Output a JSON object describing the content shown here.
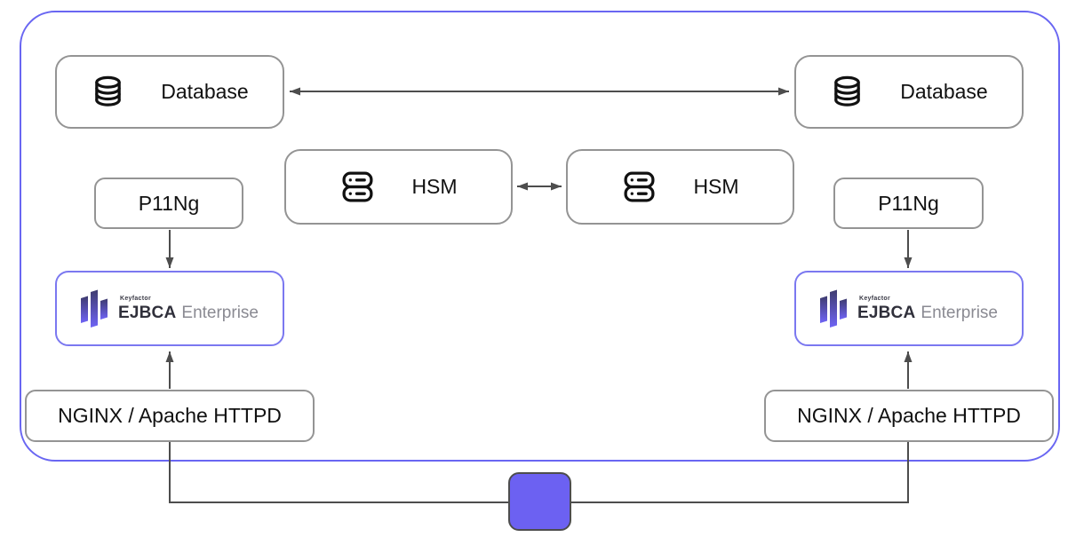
{
  "diagram": {
    "kind": "ejbca-cluster-architecture",
    "colors": {
      "cluster_border": "#6966F2",
      "ejbca_node_border": "#7B78F0",
      "connector": "#4D4D4D",
      "node_border": "#949494",
      "load_balancer_fill": "#6C61F2",
      "logo_gradient_top": "#3E3B6E",
      "logo_gradient_bottom": "#6F64F6"
    },
    "nodes": {
      "database_left": {
        "label": "Database",
        "icon": "database-icon"
      },
      "database_right": {
        "label": "Database",
        "icon": "database-icon"
      },
      "hsm_left": {
        "label": "HSM",
        "icon": "server-stack-icon"
      },
      "hsm_right": {
        "label": "HSM",
        "icon": "server-stack-icon"
      },
      "p11ng_left": {
        "label": "P11Ng"
      },
      "p11ng_right": {
        "label": "P11Ng"
      },
      "ejbca_left": {
        "brand": "Keyfactor",
        "product": "EJBCA",
        "edition": "Enterprise",
        "icon": "keyfactor-logo-icon"
      },
      "ejbca_right": {
        "brand": "Keyfactor",
        "product": "EJBCA",
        "edition": "Enterprise",
        "icon": "keyfactor-logo-icon"
      },
      "nginx_left": {
        "label": "NGINX / Apache HTTPD"
      },
      "nginx_right": {
        "label": "NGINX / Apache HTTPD"
      },
      "load_balancer": {
        "icon": "load-balancer-square"
      }
    },
    "connectors": [
      "database-left <-> database-right",
      "hsm-left <-> hsm-right",
      "p11ng-left -> ejbca-left",
      "p11ng-right -> ejbca-right",
      "nginx-left -> ejbca-left",
      "nginx-right -> ejbca-right",
      "nginx-left - load-balancer - nginx-right"
    ]
  }
}
